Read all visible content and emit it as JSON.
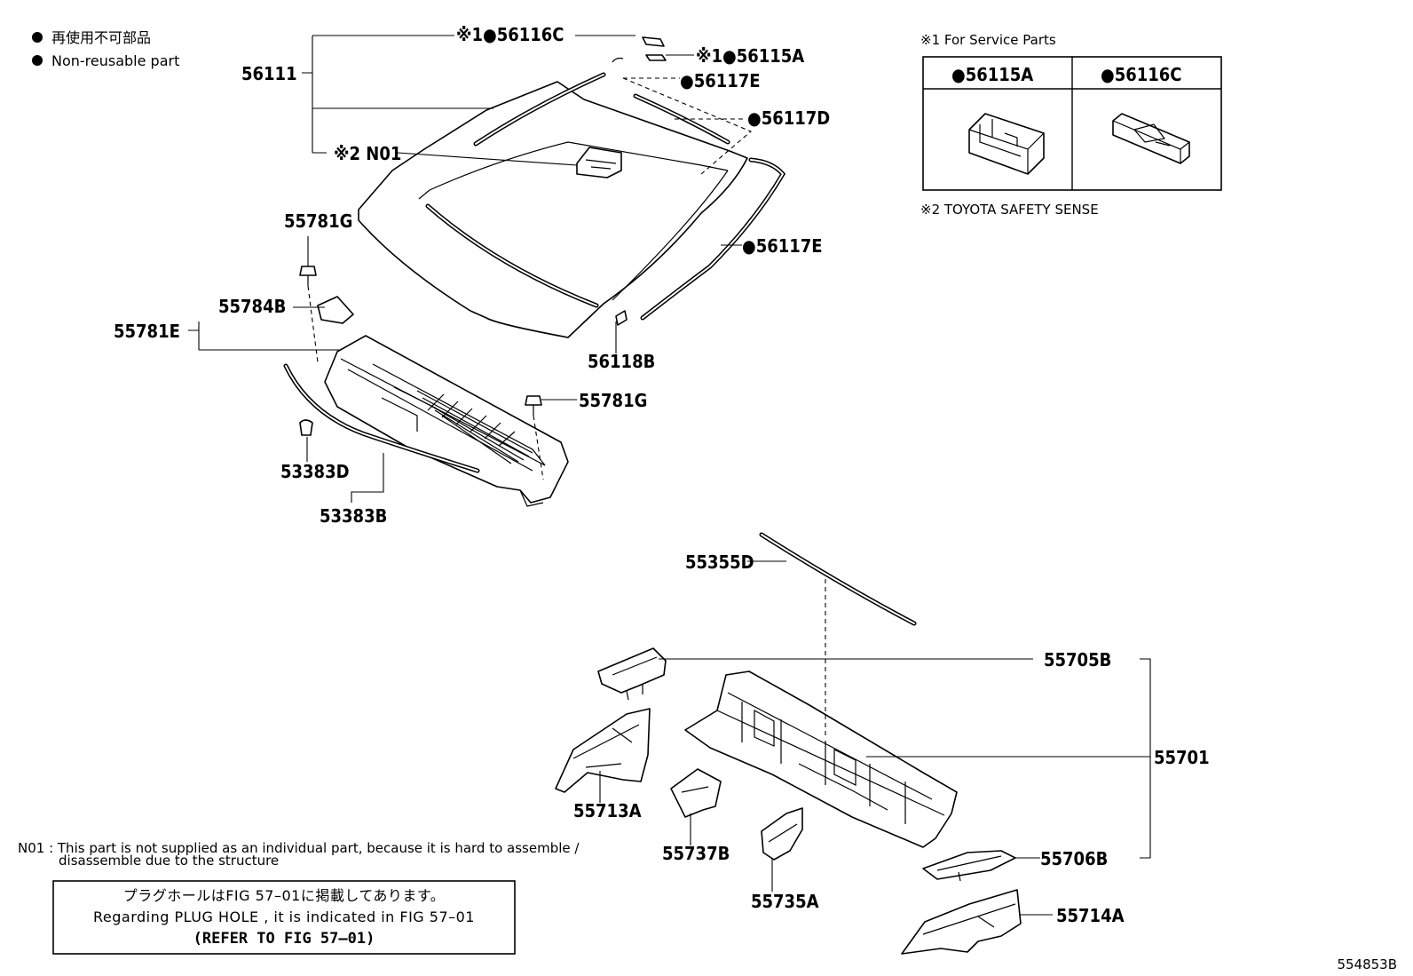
{
  "legend": {
    "line1": "再使用不可部品",
    "line2": "Non-reusable part"
  },
  "service_box": {
    "title": "※1 For Service Parts",
    "col1": "●56115A",
    "col2": "●56116C",
    "safety_note": "※2 TOYOTA SAFETY SENSE"
  },
  "callouts": {
    "c56116C": "※1●56116C",
    "c56115A": "※1●56115A",
    "c56111": "56111",
    "c56117E_top": "●56117E",
    "c56117D": "●56117D",
    "cN01": "※2 N01",
    "c55781G_top": "55781G",
    "c56117E_right": "●56117E",
    "c55784B": "55784B",
    "c55781E": "55781E",
    "c56118B": "56118B",
    "c55781G_mid": "55781G",
    "c53383D": "53383D",
    "c53383B": "53383B",
    "c55355D": "55355D",
    "c55705B": "55705B",
    "c55701": "55701",
    "c55713A": "55713A",
    "c55737B": "55737B",
    "c55706B": "55706B",
    "c55735A": "55735A",
    "c55714A": "55714A"
  },
  "note_n01": {
    "line1": "N01 : This part is not supplied as an individual part, because it is hard to assemble /",
    "line2": "disassemble due to the structure"
  },
  "plug_box": {
    "line1": "プラグホールはFIG 57–01に掲載してあります。",
    "line2": "Regarding  PLUG  HOLE , it is indicated in FIG  57–01",
    "line3": "(REFER TO FIG 57–01)"
  },
  "figure_id": "554853B"
}
